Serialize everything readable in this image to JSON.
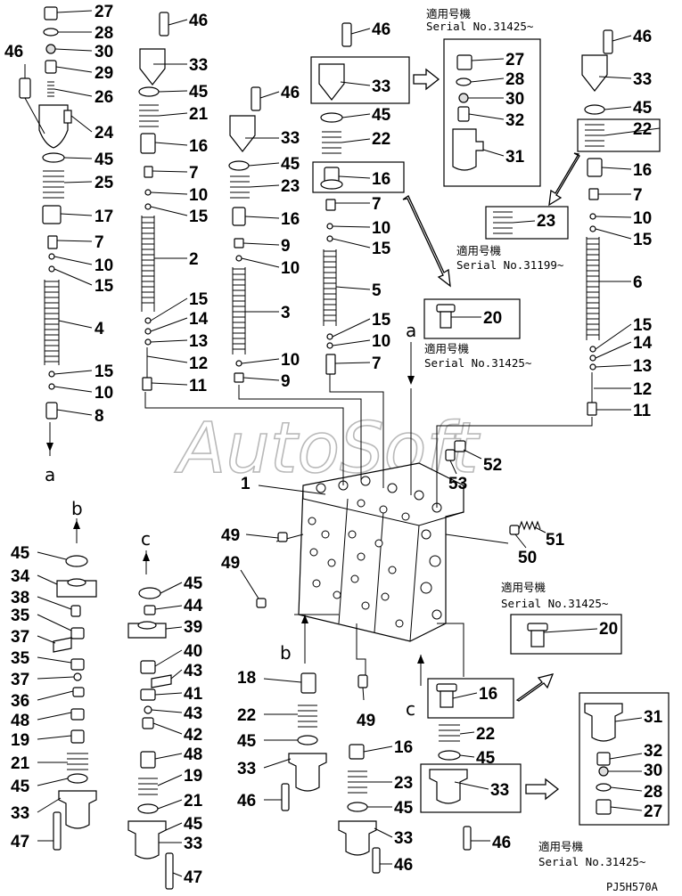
{
  "watermark": "AutoSoft",
  "drawing_code": "PJ5H570A",
  "serial_notes": {
    "n1_line1": "適用号機",
    "n1_line2": "Serial No.31425~",
    "n2_line1": "適用号機",
    "n2_line2": "Serial No.31199~",
    "n3_line1": "適用号機",
    "n3_line2": "Serial No.31425~",
    "n4_line1": "適用号機",
    "n4_line2": "Serial No.31425~",
    "n5_line1": "適用号機",
    "n5_line2": "Serial No.31425~"
  },
  "flow_letters": {
    "a_top": "a",
    "a_bottom": "a",
    "b_top": "b",
    "b_bottom": "b",
    "c_top": "c",
    "c_bottom": "c"
  },
  "callouts": {
    "c1_27": "27",
    "c1_28": "28",
    "c1_30": "30",
    "c1_29": "29",
    "c1_26": "26",
    "c1_46": "46",
    "c1_24": "24",
    "c1_45": "45",
    "c1_25": "25",
    "c1_17": "17",
    "c1_7": "7",
    "c1_10a": "10",
    "c1_15a": "15",
    "c1_4": "4",
    "c1_15b": "15",
    "c1_10b": "10",
    "c1_8": "8",
    "c2_46": "46",
    "c2_33": "33",
    "c2_45": "45",
    "c2_21": "21",
    "c2_16": "16",
    "c2_7": "7",
    "c2_10": "10",
    "c2_15a": "15",
    "c2_2": "2",
    "c2_15b": "15",
    "c2_14": "14",
    "c2_13": "13",
    "c2_12": "12",
    "c2_11": "11",
    "c3_46": "46",
    "c3_33": "33",
    "c3_45": "45",
    "c3_23": "23",
    "c3_16": "16",
    "c3_9a": "9",
    "c3_10a": "10",
    "c3_3": "3",
    "c3_10b": "10",
    "c3_9b": "9",
    "c4_46": "46",
    "c4_33": "33",
    "c4_45": "45",
    "c4_22": "22",
    "c4_16": "16",
    "c4_7a": "7",
    "c4_10a": "10",
    "c4_15a": "15",
    "c4_5": "5",
    "c4_15b": "15",
    "c4_10b": "10",
    "c4_7b": "7",
    "b1_27": "27",
    "b1_28": "28",
    "b1_30": "30",
    "b1_32": "32",
    "b1_31": "31",
    "b2_23": "23",
    "b3_20": "20",
    "c5_46": "46",
    "c5_33": "33",
    "c5_45": "45",
    "c5_22": "22",
    "c5_16": "16",
    "c5_7": "7",
    "c5_10": "10",
    "c5_15a": "15",
    "c5_6": "6",
    "c5_15b": "15",
    "c5_14": "14",
    "c5_13": "13",
    "c5_12": "12",
    "c5_11": "11",
    "m_1": "1",
    "m_52": "52",
    "m_53": "53",
    "m_49a": "49",
    "m_49b": "49",
    "m_51": "51",
    "m_50": "50",
    "l1_45": "45",
    "l1_34": "34",
    "l1_38": "38",
    "l1_35a": "35",
    "l1_37a": "37",
    "l1_35b": "35",
    "l1_37b": "37",
    "l1_36": "36",
    "l1_48": "48",
    "l1_19": "19",
    "l1_21": "21",
    "l1_45b": "45",
    "l1_33": "33",
    "l1_47": "47",
    "l2_45": "45",
    "l2_44": "44",
    "l2_39": "39",
    "l2_40": "40",
    "l2_43a": "43",
    "l2_41": "41",
    "l2_43b": "43",
    "l2_42": "42",
    "l2_48": "48",
    "l2_19": "19",
    "l2_21": "21",
    "l2_45b": "45",
    "l2_33": "33",
    "l2_47": "47",
    "l3_18": "18",
    "l3_22": "22",
    "l3_45": "45",
    "l3_33": "33",
    "l3_46": "46",
    "l4_49": "49",
    "l4_16": "16",
    "l4_23": "23",
    "l4_45": "45",
    "l4_33": "33",
    "l4_46": "46",
    "l5_16": "16",
    "l5_22": "22",
    "l5_45": "45",
    "l5_33": "33",
    "l5_46": "46",
    "b4_20": "20",
    "b5_31": "31",
    "b5_32": "32",
    "b5_30": "30",
    "b5_28": "28",
    "b5_27": "27"
  }
}
